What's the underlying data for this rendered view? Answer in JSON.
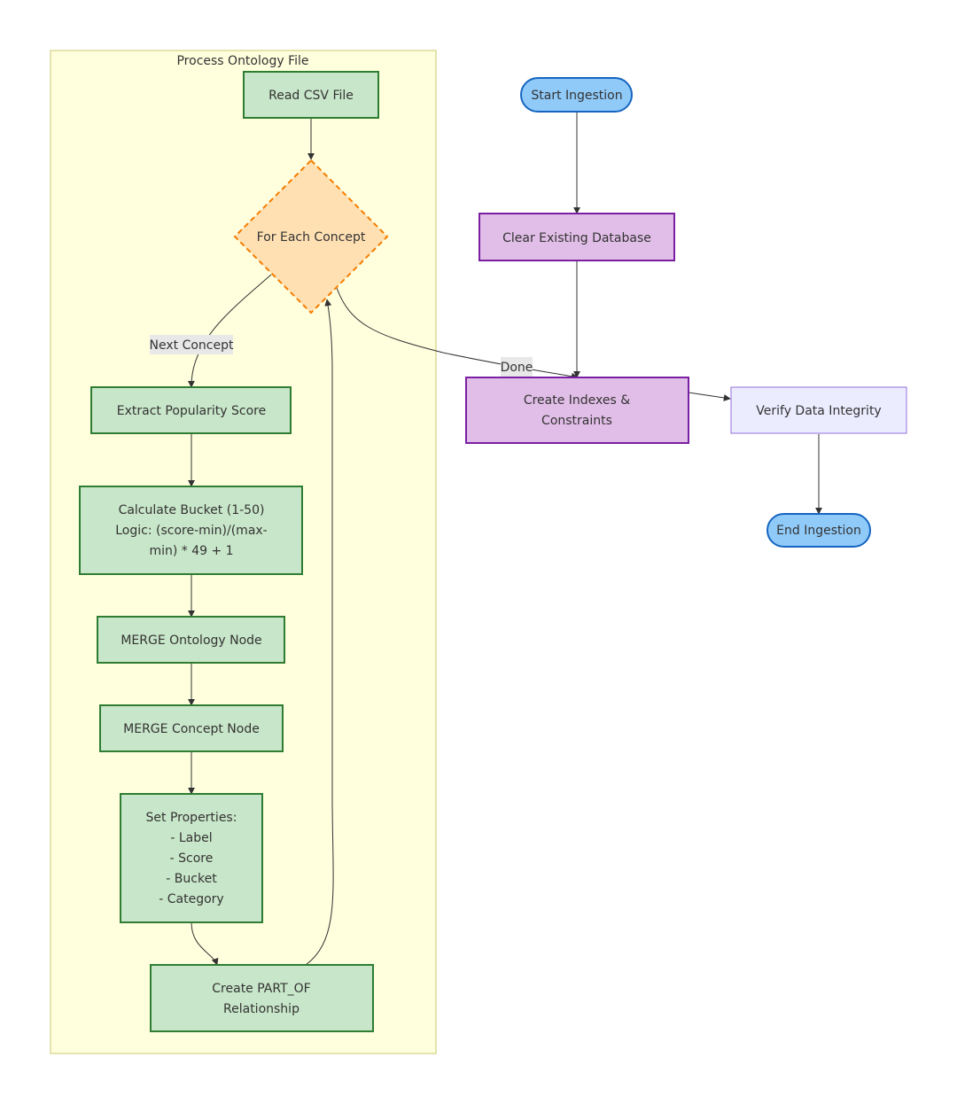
{
  "subgraph": {
    "title": "Process Ontology File"
  },
  "nodes": {
    "read_csv": "Read CSV File",
    "for_each": "For Each Concept",
    "extract": "Extract Popularity Score",
    "calc": [
      "Calculate Bucket (1-50)",
      "Logic: (score-min)/(max-",
      "min) * 49 + 1"
    ],
    "merge_ont": "MERGE Ontology Node",
    "merge_con": "MERGE Concept Node",
    "set_props": [
      "Set Properties:",
      "- Label",
      "- Score",
      "- Bucket",
      "- Category"
    ],
    "create_rel": [
      "Create PART_OF",
      "Relationship"
    ],
    "start": "Start Ingestion",
    "clear_db": "Clear Existing Database",
    "create_idx": [
      "Create Indexes &",
      "Constraints"
    ],
    "verify": "Verify Data Integrity",
    "end": "End Ingestion"
  },
  "edge_labels": {
    "next_concept": "Next Concept",
    "done": "Done"
  },
  "colors": {
    "subgraph_fill": "#ffffde",
    "subgraph_stroke": "#c8c86a",
    "process_fill": "#c8e6c9",
    "process_stroke": "#2e7d32",
    "decision_fill": "#ffe0b2",
    "decision_stroke": "#f57c00",
    "terminal_fill": "#90caf9",
    "terminal_stroke": "#1565c0",
    "db_fill": "#e1bee7",
    "db_stroke": "#7b1fa2",
    "default_fill": "#ececff",
    "default_stroke": "#9370db"
  }
}
